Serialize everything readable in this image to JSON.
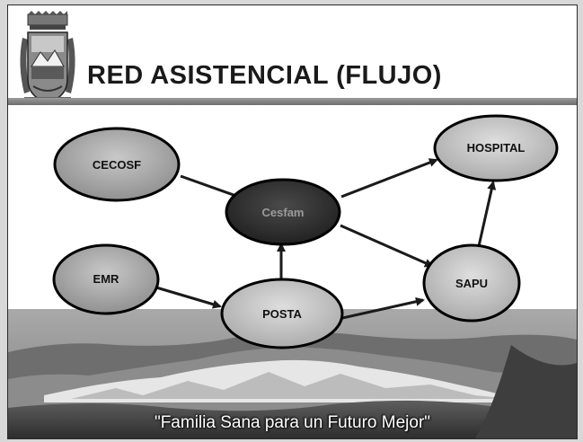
{
  "slide": {
    "title": "RED ASISTENCIAL (FLUJO)",
    "slogan": "\"Familia Sana para un Futuro Mejor\""
  },
  "nodes": {
    "cecosf": "CECOSF",
    "cesfam": "Cesfam",
    "hospital": "HOSPITAL",
    "emr": "EMR",
    "posta": "POSTA",
    "sapu": "SAPU"
  },
  "edges": [
    {
      "from": "CECOSF",
      "to": "Cesfam"
    },
    {
      "from": "Cesfam",
      "to": "HOSPITAL"
    },
    {
      "from": "Cesfam",
      "to": "SAPU"
    },
    {
      "from": "EMR",
      "to": "POSTA"
    },
    {
      "from": "POSTA",
      "to": "Cesfam"
    },
    {
      "from": "POSTA",
      "to": "SAPU"
    },
    {
      "from": "SAPU",
      "to": "HOSPITAL"
    }
  ],
  "colors": {
    "node_fill": "#a6a6a6",
    "node_fill_light": "#c4c4c4",
    "cesfam_fill": "#353535",
    "node_border": "#000000",
    "arrow": "#1a1a1a",
    "title_rule": "#8a8a8a"
  },
  "icons": {
    "crest": "municipal-coat-of-arms-icon"
  }
}
